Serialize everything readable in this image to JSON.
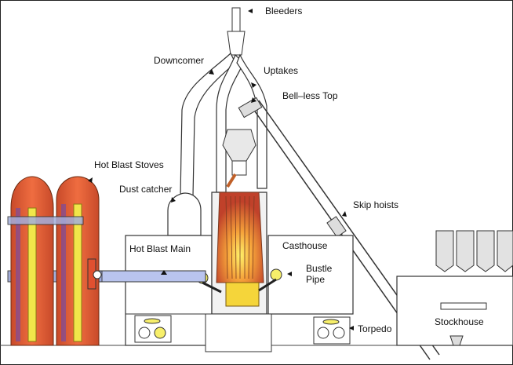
{
  "labels": {
    "bleeders": "Bleeders",
    "downcomer": "Downcomer",
    "uptakes": "Uptakes",
    "bell_less_top": "Bell–less Top",
    "hot_blast_stoves": "Hot Blast Stoves",
    "dust_catcher": "Dust catcher",
    "skip_hoists": "Skip hoists",
    "hot_blast_main": "Hot Blast Main",
    "casthouse": "Casthouse",
    "bustle_pipe": "Bustle\nPipe",
    "torpedo": "Torpedo",
    "stockhouse": "Stockhouse"
  },
  "colors": {
    "stove_fill": "#e8613a",
    "stove_pipe": "#f1e64a",
    "blast_main": "#b9c4ee",
    "flame_core": "#f5c53a",
    "refractory": "#c98a5a",
    "outline": "#333333",
    "structure": "#ffffff",
    "background": "#ffffff"
  }
}
